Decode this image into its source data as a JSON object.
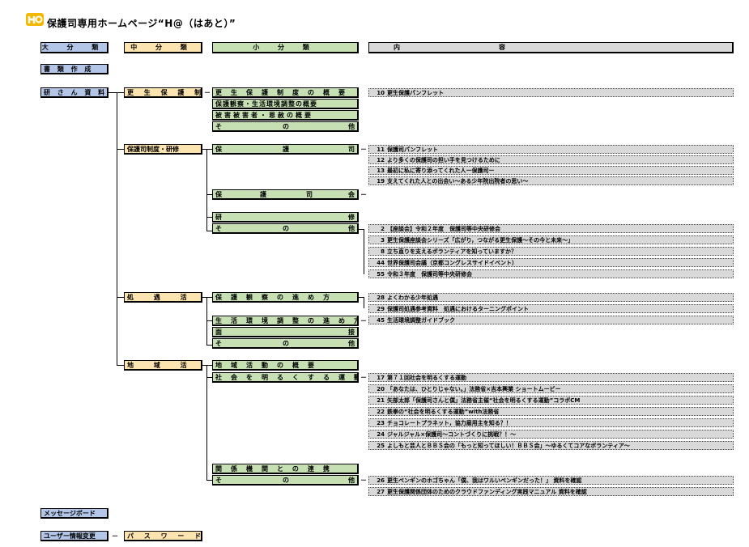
{
  "page": {
    "title": "保護司専用ホームページ“H@（はあと）”"
  },
  "headers": {
    "large": "大 分 類",
    "medium": "中 分 類",
    "small": "小 分 類",
    "content_a": "内",
    "content_b": "容"
  },
  "large": {
    "shorui": "書 類 作 成",
    "kenshu": "研 さ ん 資 料",
    "message": "メッセージボード",
    "user": "ユーザー情報変更"
  },
  "medium": {
    "kousei": "更 生 保 護 制 度",
    "hogoshi": "保護司制度・研修",
    "shogu": "処 遇 活 動",
    "chiiki": "地 域 活 動",
    "password": "パ ス ワ ー ド 変 更"
  },
  "small": {
    "kousei_gaiyo": "更生保護制度の概要",
    "kansatsu_gaiyo": "保護観察・生活環境調整の概要",
    "higai_gaiyo": "被害被害者・恩赦の概要",
    "sonota1_a": "そ",
    "sonota1_b": "の",
    "sonota1_c": "他",
    "hogoshi_a": "保",
    "hogoshi_b": "護",
    "hogoshi_c": "司",
    "hogoshikai_a": "保",
    "hogoshikai_b": "護",
    "hogoshikai_c": "司",
    "hogoshikai_d": "会",
    "kenshu_a": "研",
    "kenshu_b": "修",
    "sonota2_a": "そ",
    "sonota2_b": "の",
    "sonota2_c": "他",
    "kansatsu_susume": "保護観察の進め方",
    "seikatsu_susume": "生活環境調整の進め方",
    "mensetsu_a": "面",
    "mensetsu_b": "接",
    "sonota3_a": "そ",
    "sonota3_b": "の",
    "sonota3_c": "他",
    "chiiki_gaiyo": "地域活動の概要",
    "shakai": "社会を明るくする運動",
    "kankei": "関係機関との連携",
    "sonota4_a": "そ",
    "sonota4_b": "の",
    "sonota4_c": "他"
  },
  "contents": [
    {
      "n": "10",
      "t": "更生保護パンフレット"
    },
    {
      "n": "11",
      "t": "保護司パンフレット"
    },
    {
      "n": "12",
      "t": "より多くの保護司の担い手を見つけるために"
    },
    {
      "n": "13",
      "t": "最初に私に寄り添ってくれた人ー保護司ー"
    },
    {
      "n": "19",
      "t": "支えてくれた人との出会い〜ある少年院出院者の思い〜"
    },
    {
      "n": "2",
      "t": "【座談会】令和２年度　保護司等中央研修会"
    },
    {
      "n": "3",
      "t": "更生保護座談会シリーズ「広がり，つながる更生保護〜その今と未来〜」"
    },
    {
      "n": "8",
      "t": "立ち直りを支えるボランティアを知っていますか？"
    },
    {
      "n": "44",
      "t": "世界保護司会議（京都コングレスサイドイベント）"
    },
    {
      "n": "55",
      "t": "令和３年度　保護司等中央研修会"
    },
    {
      "n": "28",
      "t": "よくわかる少年処遇"
    },
    {
      "n": "29",
      "t": "保護司処遇参考資料　処遇におけるターニングポイント"
    },
    {
      "n": "45",
      "t": "生活環境調整ガイドブック"
    },
    {
      "n": "17",
      "t": "第７１回社会を明るくする運動"
    },
    {
      "n": "20",
      "t": "「あなたは、ひとりじゃない。」法務省×吉本興業 ショートムービー"
    },
    {
      "n": "21",
      "t": "矢部太郎「保護司さんと僕」法務省主催“社会を明るくする運動”コラボCM"
    },
    {
      "n": "22",
      "t": "鉄拳の“社会を明るくする運動”with法務省"
    },
    {
      "n": "23",
      "t": "チョコレートプラネット，協力雇用主を知る？！"
    },
    {
      "n": "24",
      "t": "ジャルジャル×保護司〜コントづくりに挑戦？！〜"
    },
    {
      "n": "25",
      "t": "よしもと芸人とＢＢＳ会の「もっと知ってほしい！ＢＢＳ会」〜ゆるくてコアなボランティア〜"
    },
    {
      "n": "26",
      "t": "更生ペンギンのホゴちゃん「僕、我はワルいペンギンだった！」 資料を確認"
    },
    {
      "n": "27",
      "t": "更生保護関係団体のためのクラウドファンディング実践マニュアル 資料を確認"
    }
  ],
  "dash": "－"
}
